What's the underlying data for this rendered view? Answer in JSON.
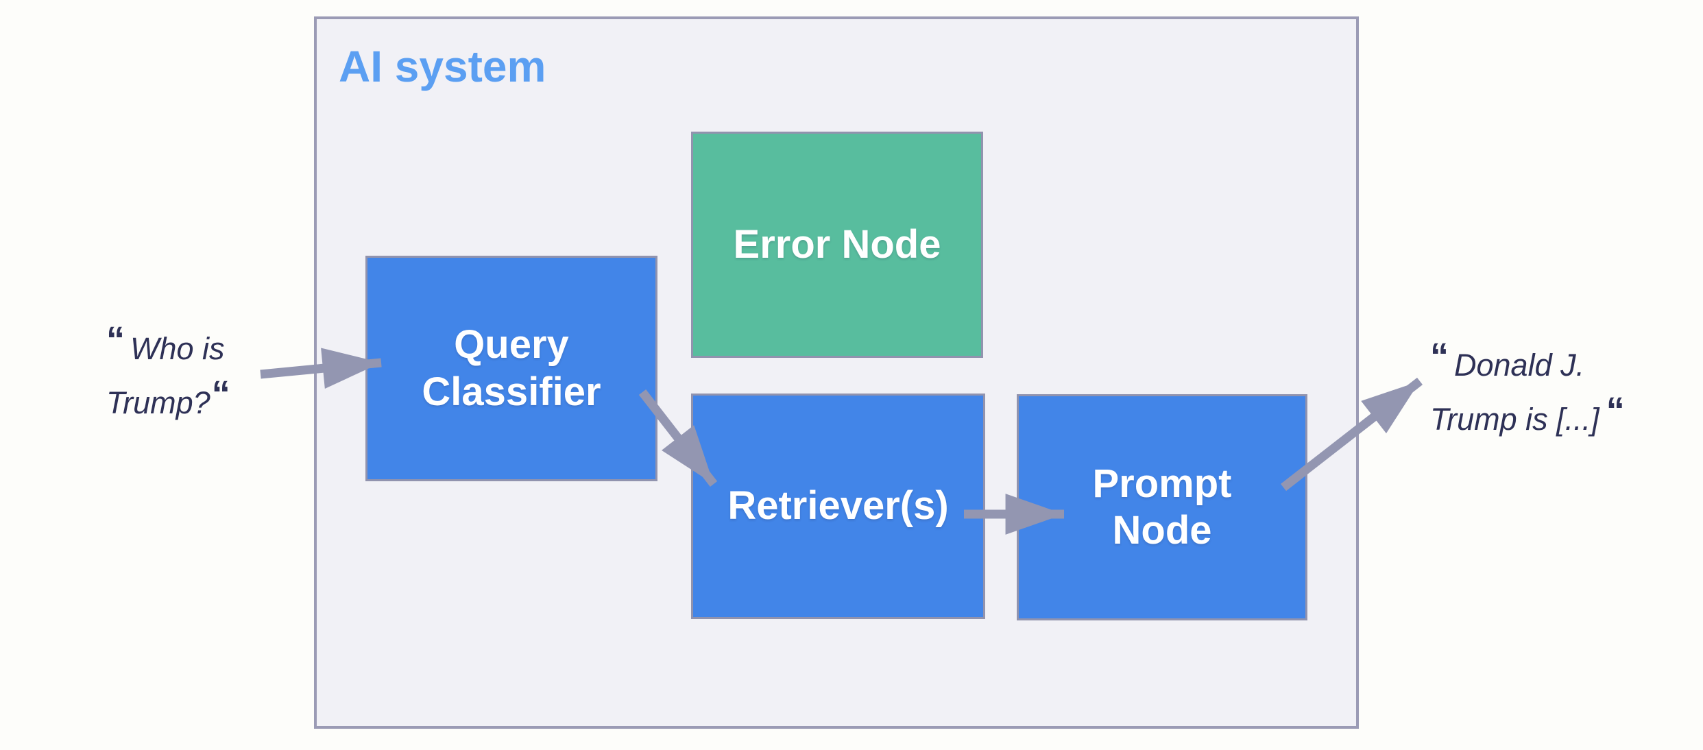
{
  "diagram": {
    "title": "AI system",
    "nodes": [
      {
        "id": "error-node",
        "label": "Error Node",
        "color_role": "green"
      },
      {
        "id": "query-classifier",
        "label": "Query Classifier",
        "color_role": "blue"
      },
      {
        "id": "retrievers",
        "label": "Retriever(s)",
        "color_role": "blue"
      },
      {
        "id": "prompt-node",
        "label": "Prompt Node",
        "color_role": "blue"
      }
    ],
    "input_quote": {
      "open_quote": "“",
      "line1": "Who is",
      "line2": "Trump?",
      "close_quote": "“"
    },
    "output_quote": {
      "open_quote": "“",
      "line1": "Donald J.",
      "line2": "Trump is [...]",
      "close_quote": "“"
    },
    "edges": [
      {
        "from": "user-input",
        "to": "query-classifier"
      },
      {
        "from": "query-classifier",
        "to": "retrievers"
      },
      {
        "from": "retrievers",
        "to": "prompt-node"
      },
      {
        "from": "prompt-node",
        "to": "system-output"
      }
    ]
  },
  "colors": {
    "page-bg": "#FDFDFA",
    "panel-bg": "#F1F1F6",
    "panel-border": "#9B9BB5",
    "node-border": "#9193AE",
    "blue": "#4285E8",
    "green": "#58BD9E",
    "title": "#5B9FF2",
    "ink": "#2E3156",
    "arrow": "#9396B1"
  }
}
